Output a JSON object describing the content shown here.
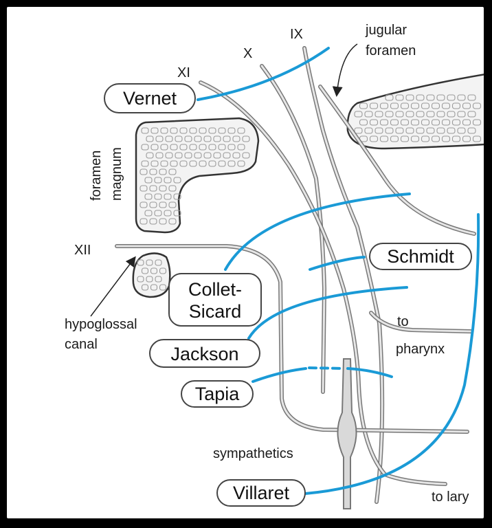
{
  "labels": {
    "ix": "IX",
    "x": "X",
    "xi": "XI",
    "xii": "XII",
    "jugular_line1": "jugular",
    "jugular_line2": "foramen",
    "foramen_line1": "foramen",
    "foramen_line2": "magnum",
    "hypoglossal_line1": "hypoglossal",
    "hypoglossal_line2": "canal",
    "to_pharynx_line1": "to",
    "to_pharynx_line2": "pharynx",
    "sympathetics": "sympathetics",
    "to_larynx": "to lary"
  },
  "syndromes": {
    "vernet": "Vernet",
    "schmidt": "Schmidt",
    "collet_line1": "Collet-",
    "collet_line2": "Sicard",
    "jackson": "Jackson",
    "tapia": "Tapia",
    "villaret": "Villaret"
  },
  "colors": {
    "lesion_line": "#1a9ad6",
    "nerve_outline": "#777777",
    "bone_outline": "#333333"
  }
}
